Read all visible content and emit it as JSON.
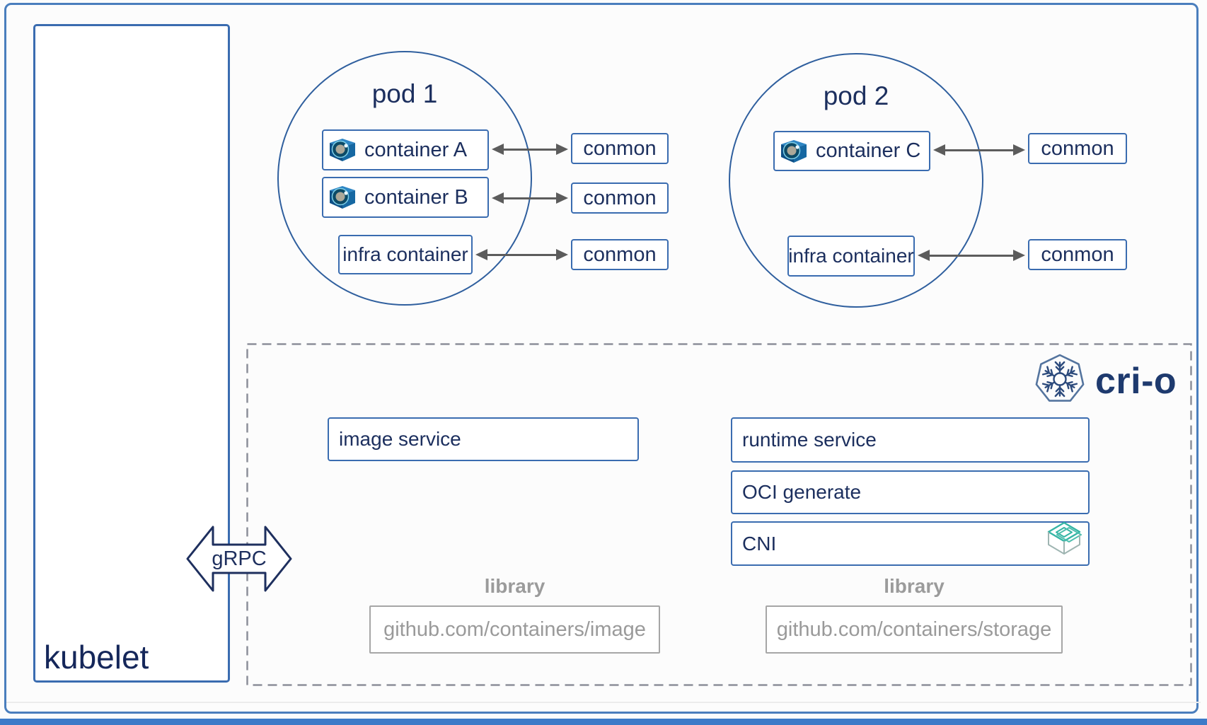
{
  "kubelet_label": "kubelet",
  "grpc_label": "gRPC",
  "pod1": {
    "label": "pod 1",
    "containers": [
      "container A",
      "container B",
      "infra container"
    ],
    "conmons": [
      "conmon",
      "conmon",
      "conmon"
    ]
  },
  "pod2": {
    "label": "pod 2",
    "containers": [
      "container C",
      "infra container"
    ],
    "conmons": [
      "conmon",
      "conmon"
    ]
  },
  "crio": {
    "name": "cri-o",
    "image_service": "image service",
    "runtime_service": "runtime service",
    "oci_generate": "OCI generate",
    "cni": "CNI",
    "libraries": [
      {
        "caption": "library",
        "label": "github.com/containers/image"
      },
      {
        "caption": "library",
        "label": "github.com/containers/storage"
      }
    ]
  },
  "icons": {
    "container": "container-cube-icon",
    "cni": "cni-cube-icon",
    "crio": "crio-snowflake-heptagon-icon"
  },
  "colors": {
    "outer_border": "#4a7ebd",
    "box_border": "#3a6cb0",
    "circle_border": "#2f5f9e",
    "navy_text": "#1c2f5e",
    "arrow_gray": "#5c5c5c",
    "dashed_gray": "#8c8f99",
    "library_gray": "#9b9b9b",
    "cni_teal": "#35b5a5",
    "bottom_bar_blue": "#3c7ac8"
  }
}
